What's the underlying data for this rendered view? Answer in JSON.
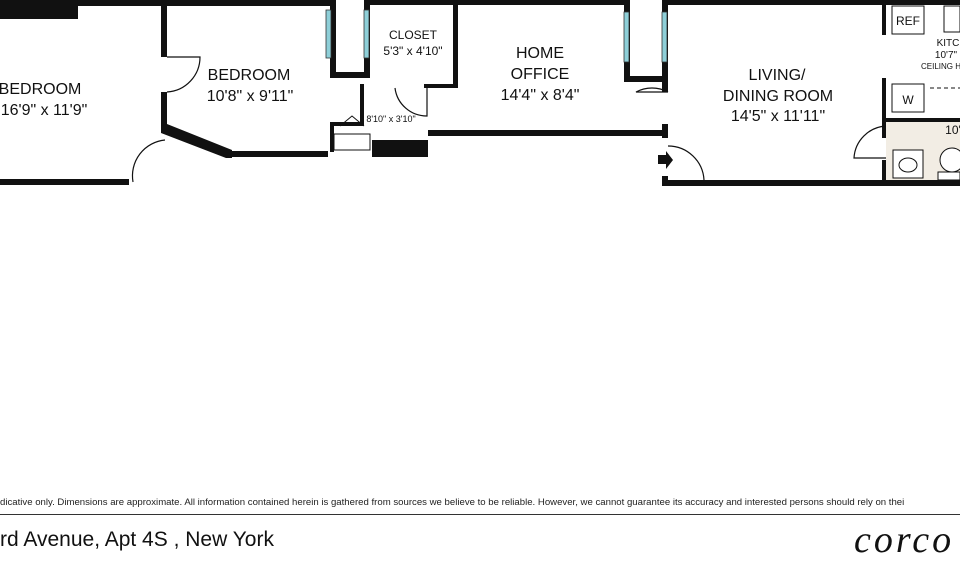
{
  "rooms": {
    "bedroom_left": {
      "name": "BEDROOM",
      "dims": "16'9\" x 11'9\""
    },
    "bedroom": {
      "name": "BEDROOM",
      "dims": "10'8\" x 9'11\""
    },
    "closet": {
      "name": "CLOSET",
      "dims": "5'3\" x 4'10\""
    },
    "small_closet": {
      "dims": "8'10\" x 3'10\""
    },
    "home_office": {
      "name_line1": "HOME",
      "name_line2": "OFFICE",
      "dims": "14'4\" x 8'4\""
    },
    "living": {
      "name_line1": "LIVING/",
      "name_line2": "DINING ROOM",
      "dims": "14'5\" x 11'11\""
    },
    "kitchen": {
      "name": "KITC",
      "dims": "10'7\"",
      "note": "CEILING H"
    },
    "bath": {
      "dims": "10'"
    }
  },
  "appliances": {
    "ref": "REF",
    "washer": "W"
  },
  "footer": {
    "disclaimer": "dicative only. Dimensions are approximate. All information contained herein is gathered from sources we believe to be reliable. However, we cannot guarantee its accuracy and interested persons should rely on thei",
    "address": "rd Avenue, Apt 4S , New York",
    "brand": "corco"
  }
}
